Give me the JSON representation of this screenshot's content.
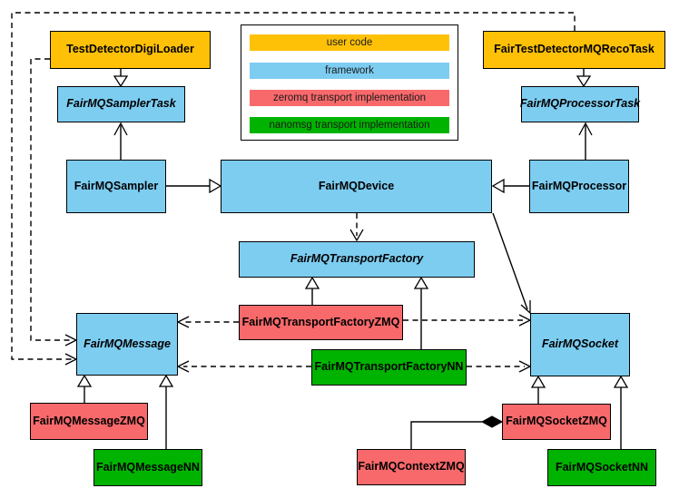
{
  "legend": {
    "items": [
      {
        "label": "user code",
        "color": "#ffc107"
      },
      {
        "label": "framework",
        "color": "#7dcdf1"
      },
      {
        "label": "zeromq transport implementation",
        "color": "#f8696b"
      },
      {
        "label": "nanomsg transport implementation",
        "color": "#00b300"
      }
    ]
  },
  "nodes": [
    {
      "id": "digiloader",
      "label": "TestDetectorDigiLoader",
      "category": "user code",
      "abstract": false
    },
    {
      "id": "recotask",
      "label": "FairTestDetectorMQRecoTask",
      "category": "user code",
      "abstract": false
    },
    {
      "id": "samplertask",
      "label": "FairMQSamplerTask",
      "category": "framework",
      "abstract": true
    },
    {
      "id": "processortask",
      "label": "FairMQProcessorTask",
      "category": "framework",
      "abstract": true
    },
    {
      "id": "sampler",
      "label": "FairMQSampler",
      "category": "framework",
      "abstract": false
    },
    {
      "id": "device",
      "label": "FairMQDevice",
      "category": "framework",
      "abstract": false
    },
    {
      "id": "processor",
      "label": "FairMQProcessor",
      "category": "framework",
      "abstract": false
    },
    {
      "id": "transportfactory",
      "label": "FairMQTransportFactory",
      "category": "framework",
      "abstract": true
    },
    {
      "id": "tfzmq",
      "label": "FairMQTransportFactoryZMQ",
      "category": "zeromq transport implementation",
      "abstract": false
    },
    {
      "id": "tfnn",
      "label": "FairMQTransportFactoryNN",
      "category": "nanomsg transport implementation",
      "abstract": false
    },
    {
      "id": "message",
      "label": "FairMQMessage",
      "category": "framework",
      "abstract": true
    },
    {
      "id": "socket",
      "label": "FairMQSocket",
      "category": "framework",
      "abstract": true
    },
    {
      "id": "msgzmq",
      "label": "FairMQMessageZMQ",
      "category": "zeromq transport implementation",
      "abstract": false
    },
    {
      "id": "msgnn",
      "label": "FairMQMessageNN",
      "category": "nanomsg transport implementation",
      "abstract": false
    },
    {
      "id": "contextzmq",
      "label": "FairMQContextZMQ",
      "category": "zeromq transport implementation",
      "abstract": false
    },
    {
      "id": "socketzmq",
      "label": "FairMQSocketZMQ",
      "category": "zeromq transport implementation",
      "abstract": false
    },
    {
      "id": "socketnn",
      "label": "FairMQSocketNN",
      "category": "nanomsg transport implementation",
      "abstract": false
    }
  ],
  "edges": [
    {
      "from": "TestDetectorDigiLoader",
      "to": "FairMQSamplerTask",
      "type": "inheritance",
      "style": "solid"
    },
    {
      "from": "FairTestDetectorMQRecoTask",
      "to": "FairMQProcessorTask",
      "type": "inheritance",
      "style": "solid"
    },
    {
      "from": "FairMQSampler",
      "to": "FairMQSamplerTask",
      "type": "association",
      "style": "solid"
    },
    {
      "from": "FairMQProcessor",
      "to": "FairMQProcessorTask",
      "type": "association",
      "style": "solid"
    },
    {
      "from": "FairMQSampler",
      "to": "FairMQDevice",
      "type": "inheritance",
      "style": "solid"
    },
    {
      "from": "FairMQProcessor",
      "to": "FairMQDevice",
      "type": "inheritance",
      "style": "solid"
    },
    {
      "from": "FairMQDevice",
      "to": "FairMQTransportFactory",
      "type": "dependency",
      "style": "dashed"
    },
    {
      "from": "FairMQDevice",
      "to": "FairMQSocket",
      "type": "association",
      "style": "solid"
    },
    {
      "from": "FairMQTransportFactoryZMQ",
      "to": "FairMQTransportFactory",
      "type": "inheritance",
      "style": "solid"
    },
    {
      "from": "FairMQTransportFactoryNN",
      "to": "FairMQTransportFactory",
      "type": "inheritance",
      "style": "solid"
    },
    {
      "from": "FairMQTransportFactoryZMQ",
      "to": "FairMQMessage",
      "type": "dependency",
      "style": "dashed"
    },
    {
      "from": "FairMQTransportFactoryZMQ",
      "to": "FairMQSocket",
      "type": "dependency",
      "style": "dashed"
    },
    {
      "from": "FairMQTransportFactoryNN",
      "to": "FairMQMessage",
      "type": "dependency",
      "style": "dashed"
    },
    {
      "from": "FairMQTransportFactoryNN",
      "to": "FairMQSocket",
      "type": "dependency",
      "style": "dashed"
    },
    {
      "from": "TestDetectorDigiLoader",
      "to": "FairMQMessage",
      "type": "dependency",
      "style": "dashed"
    },
    {
      "from": "FairTestDetectorMQRecoTask",
      "to": "FairMQMessage",
      "type": "dependency",
      "style": "dashed"
    },
    {
      "from": "FairMQMessageZMQ",
      "to": "FairMQMessage",
      "type": "inheritance",
      "style": "solid"
    },
    {
      "from": "FairMQMessageNN",
      "to": "FairMQMessage",
      "type": "inheritance",
      "style": "solid"
    },
    {
      "from": "FairMQSocketZMQ",
      "to": "FairMQSocket",
      "type": "inheritance",
      "style": "solid"
    },
    {
      "from": "FairMQSocketNN",
      "to": "FairMQSocket",
      "type": "inheritance",
      "style": "solid"
    },
    {
      "from": "FairMQContextZMQ",
      "to": "FairMQSocketZMQ",
      "type": "composition",
      "style": "solid"
    }
  ],
  "colors": {
    "user_code": "#ffc107",
    "framework": "#7dcdf1",
    "zeromq": "#f8696b",
    "nanomsg": "#00b300",
    "line": "#000000",
    "background": "#ffffff"
  }
}
